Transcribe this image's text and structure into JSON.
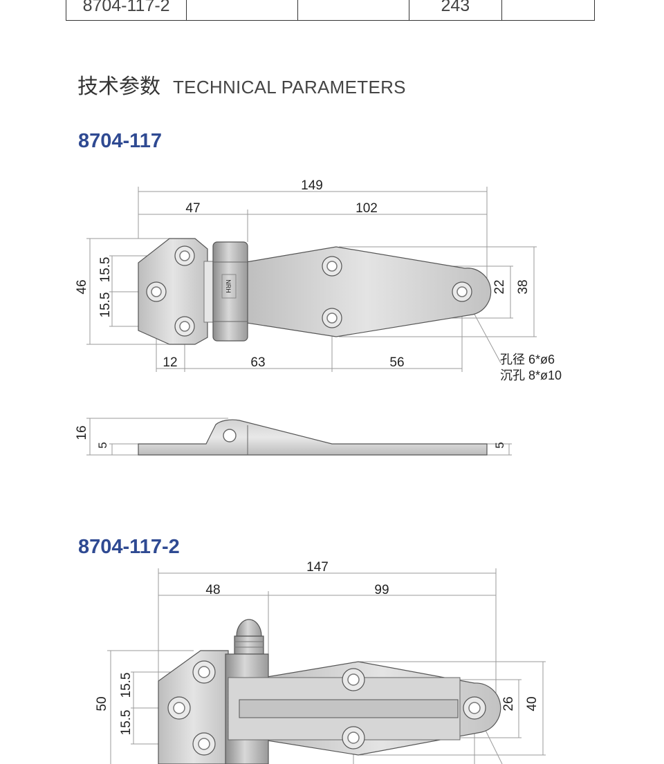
{
  "table_row": {
    "cells": [
      "8704-117-2",
      "",
      "",
      "243",
      ""
    ]
  },
  "section": {
    "title_cn": "技术参数",
    "title_en": "TECHNICAL PARAMETERS"
  },
  "drawing1": {
    "model": "8704-117",
    "dims": {
      "total_length": "149",
      "left_length": "47",
      "right_length": "102",
      "height": "46",
      "hole_upper": "15.5",
      "hole_lower": "15.5",
      "bottom_a": "12",
      "bottom_b": "63",
      "bottom_c": "56",
      "right_inner": "22",
      "right_outer": "38",
      "side_height": "16",
      "side_left_thk": "5",
      "side_right_thk": "5"
    },
    "note_line1": "孔径 6*ø6",
    "note_line2": "沉孔 8*ø10"
  },
  "drawing2": {
    "model": "8704-117-2",
    "dims": {
      "total_length": "147",
      "left_length": "48",
      "right_length": "99",
      "height": "50",
      "hole_upper": "15.5",
      "hole_lower": "15.5",
      "right_inner": "26",
      "right_outer": "40"
    }
  },
  "colors": {
    "model_title": "#2f4a92",
    "metal_light": "#d8d8d8",
    "metal_dark": "#a9a9a9",
    "outline": "#555555"
  }
}
